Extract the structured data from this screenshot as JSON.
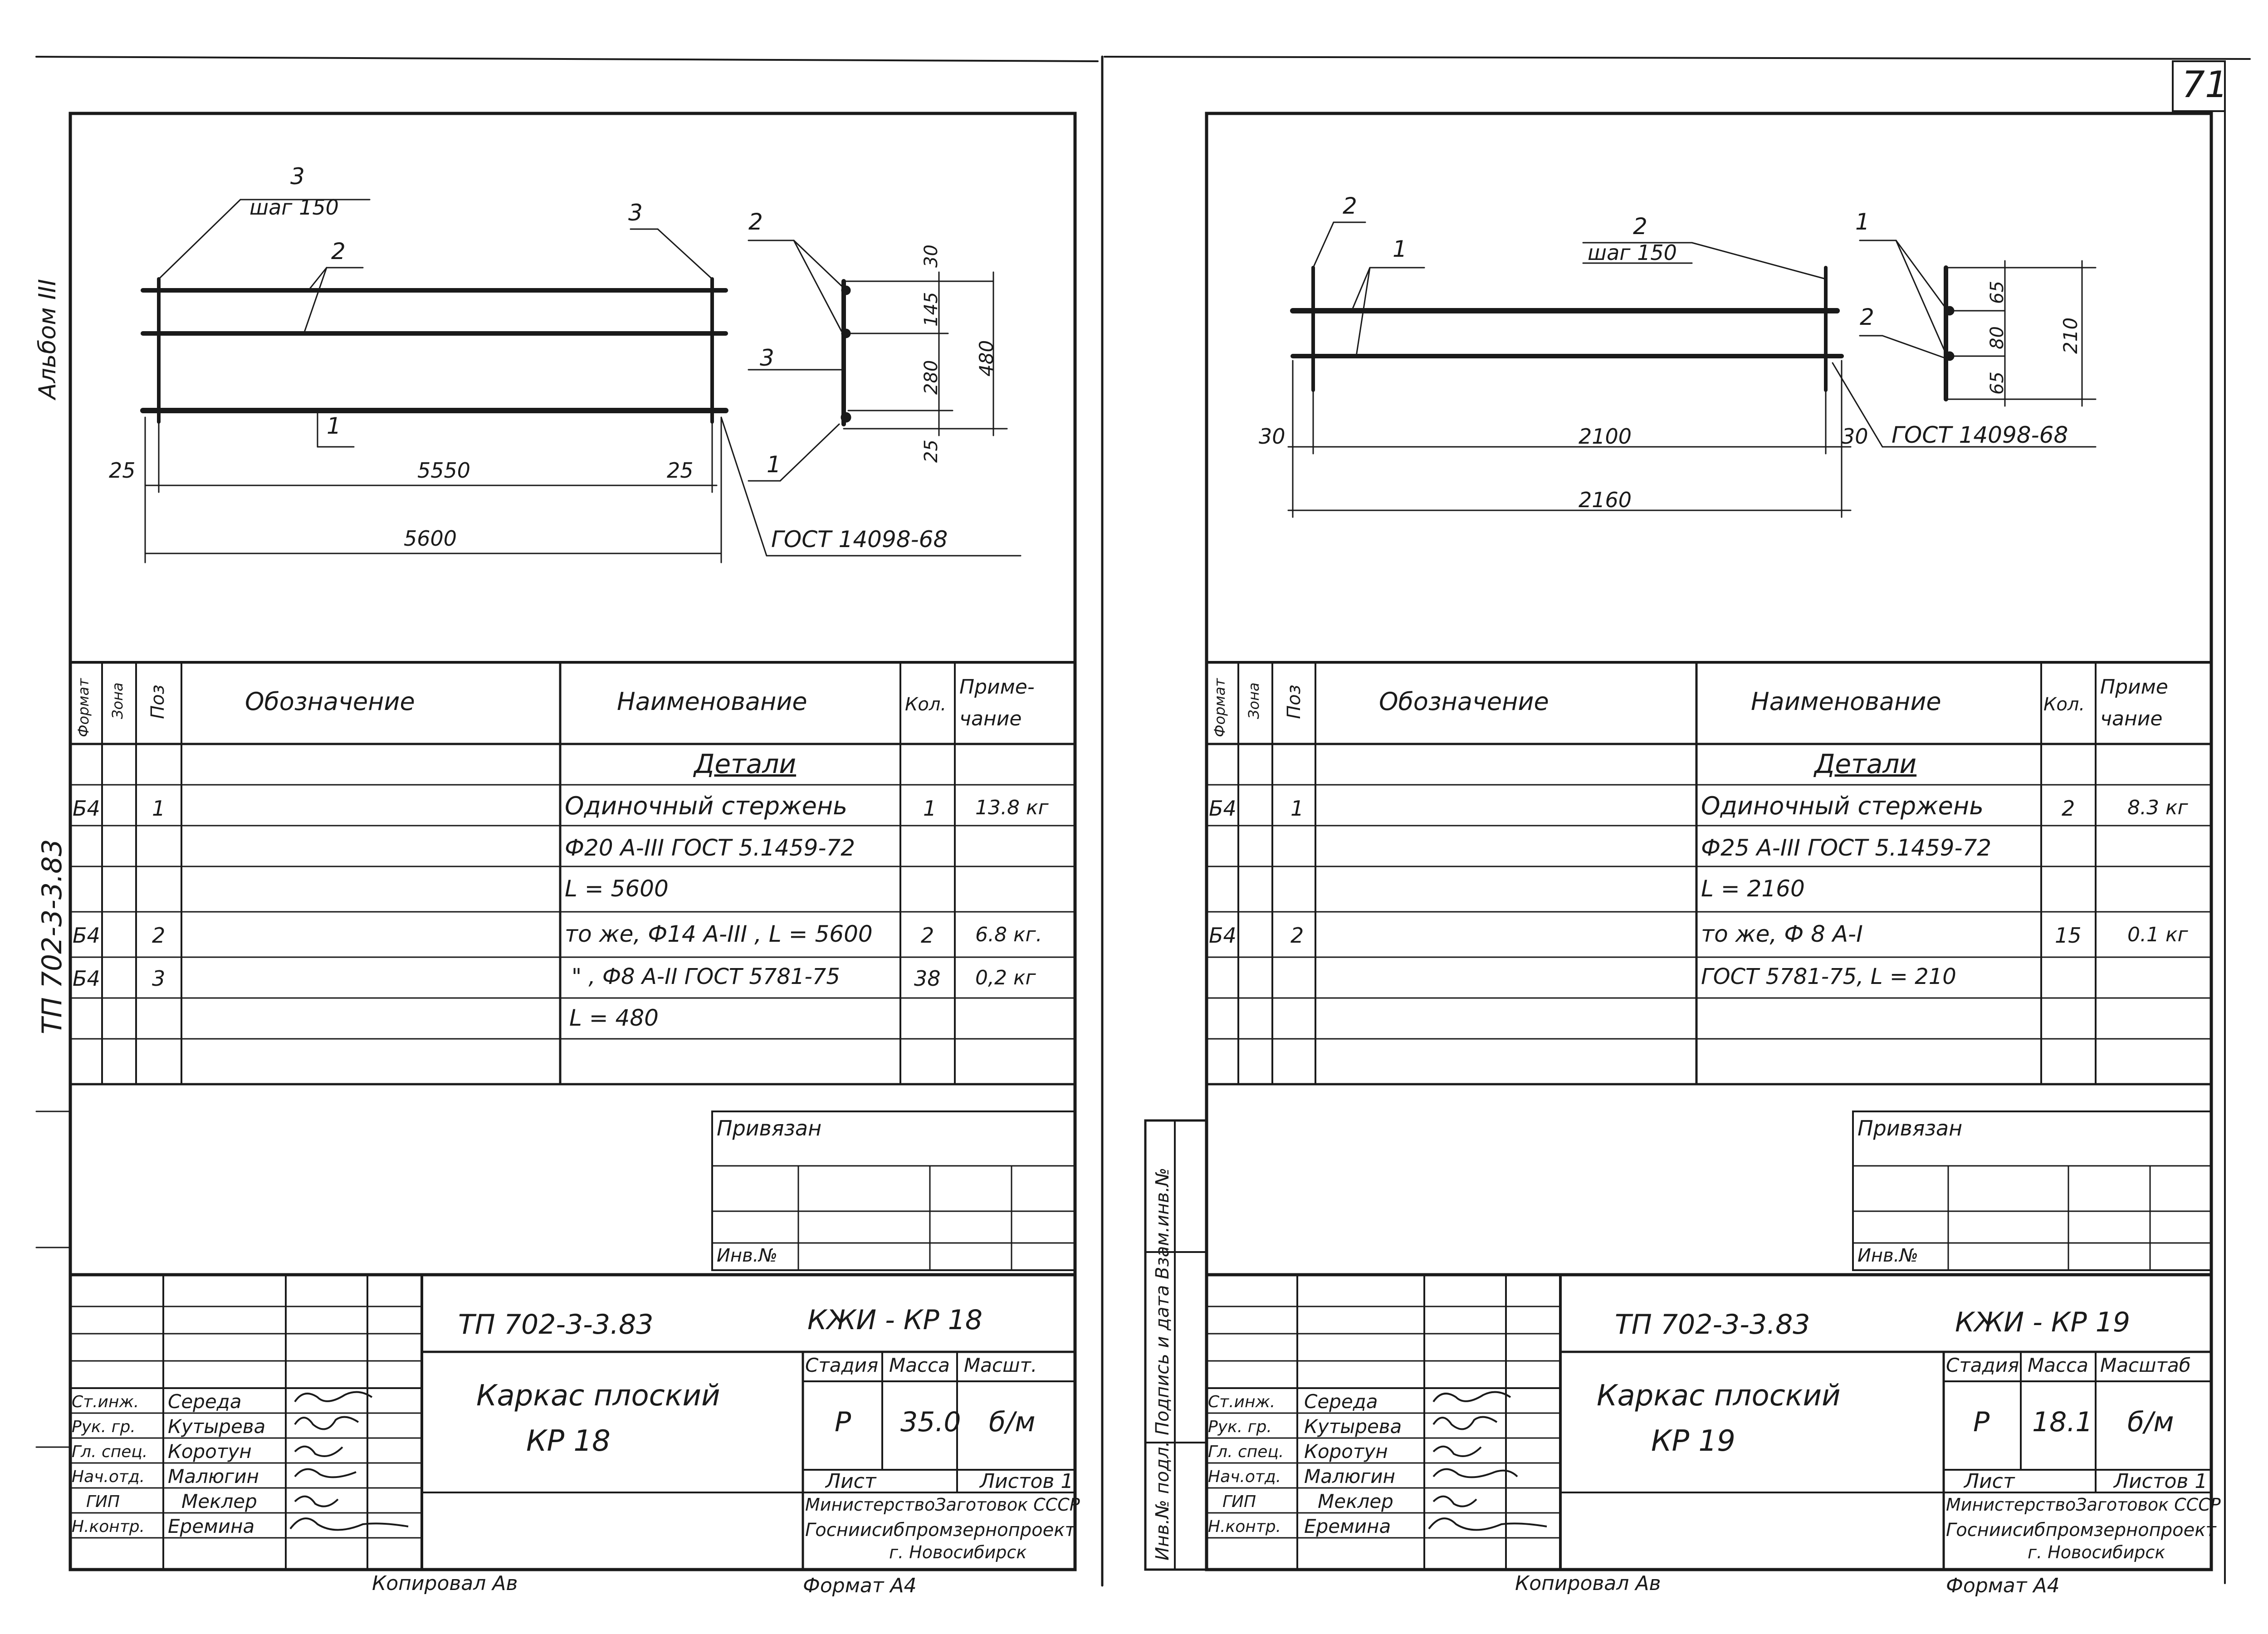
{
  "page_number": "71",
  "album_label": "Альбом III",
  "project_label": "ТП 702-3-3.83",
  "copied_by": "Копировал",
  "copied_sig": "Ав",
  "format_label": "Формат А4",
  "side_stamp": "Инв.№ подл.   Подпись и дата   Взам.инв.№",
  "sheets": [
    {
      "drawing": {
        "marks": {
          "p3_top": "3",
          "step": "шаг 150",
          "p3_right": "3",
          "p2": "2",
          "p1": "1",
          "d25_left": "25",
          "d5550": "5550",
          "d25_right": "25",
          "d5600": "5600",
          "gost": "ГОСТ 14098-68",
          "s_p2": "2",
          "s_p3": "3",
          "s_p1": "1",
          "s30": "30",
          "s145": "145",
          "s280": "280",
          "s25": "25",
          "s480": "480"
        }
      },
      "table": {
        "headers": {
          "format": "Формат",
          "zone": "Зона",
          "pos": "Поз",
          "designation": "Обозначение",
          "name": "Наименование",
          "qty": "Кол.",
          "note": "Приме- чание"
        },
        "section": "Детали",
        "rows": [
          {
            "fmt": "Б4",
            "pos": "1",
            "name": "Одиночный стержень",
            "qty": "1",
            "note": "13.8 кг"
          },
          {
            "fmt": "",
            "pos": "",
            "name": "Ф20 А-III ГОСТ 5.1459-72",
            "qty": "",
            "note": ""
          },
          {
            "fmt": "",
            "pos": "",
            "name": "L = 5600",
            "qty": "",
            "note": ""
          },
          {
            "fmt": "Б4",
            "pos": "2",
            "name": "то же, Ф14 А-III , L = 5600",
            "qty": "2",
            "note": "6.8 кг."
          },
          {
            "fmt": "Б4",
            "pos": "3",
            "name": "\"   , Ф8 А-II ГОСТ 5781-75",
            "qty": "38",
            "note": "0,2 кг"
          },
          {
            "fmt": "",
            "pos": "",
            "name": "L = 480",
            "qty": "",
            "note": ""
          }
        ]
      },
      "privyazan": "Привязан",
      "inv_no": "Инв.№",
      "title": {
        "project": "ТП  702-3-3.83",
        "code": "КЖИ - КР 18",
        "item_line1": "Каркас плоский",
        "item_line2": "КР 18",
        "col_stage": "Стадия",
        "col_mass": "Масса",
        "col_scale": "Масшт.",
        "stage": "Р",
        "mass": "35.0",
        "scale": "б/м",
        "sheet_label": "Лист",
        "sheets_label": "Листов 1",
        "org1": "МинистерствоЗаготовок СССР",
        "org2": "Госниисибпромзернопроект",
        "org3": "г. Новосибирск"
      },
      "signers": [
        {
          "role": "Ст.инж.",
          "name": "Середа",
          "sig": "Серед"
        },
        {
          "role": "Рук. гр.",
          "name": "Кутырева",
          "sig": "Кут"
        },
        {
          "role": "Гл. спец.",
          "name": "Коротун",
          "sig": "Кор"
        },
        {
          "role": "Нач.отд.",
          "name": "Малюгин",
          "sig": "Мал"
        },
        {
          "role": "ГИП",
          "name": "Меклер",
          "sig": "Мек"
        },
        {
          "role": "Н.контр.",
          "name": "Еремина",
          "sig": "Ерем"
        }
      ]
    },
    {
      "drawing": {
        "marks": {
          "p2_top": "2",
          "p1": "1",
          "p2_mid": "2",
          "step": "шаг 150",
          "d30_left": "30",
          "d2100": "2100",
          "d30_right": "30",
          "d2160": "2160",
          "gost": "ГОСТ 14098-68",
          "s_p1": "1",
          "s_p2": "2",
          "s65a": "65",
          "s80": "80",
          "s65b": "65",
          "s210": "210"
        }
      },
      "table": {
        "headers": {
          "format": "Формат",
          "zone": "Зона",
          "pos": "Поз",
          "designation": "Обозначение",
          "name": "Наименование",
          "qty": "Кол.",
          "note": "Приме чание"
        },
        "section": "Детали",
        "rows": [
          {
            "fmt": "Б4",
            "pos": "1",
            "name": "Одиночный стержень",
            "qty": "2",
            "note": "8.3 кг"
          },
          {
            "fmt": "",
            "pos": "",
            "name": "Ф25 А-III ГОСТ 5.1459-72",
            "qty": "",
            "note": ""
          },
          {
            "fmt": "",
            "pos": "",
            "name": "L = 2160",
            "qty": "",
            "note": ""
          },
          {
            "fmt": "Б4",
            "pos": "2",
            "name": "то же, Ф 8 А-I",
            "qty": "15",
            "note": "0.1 кг"
          },
          {
            "fmt": "",
            "pos": "",
            "name": "ГОСТ 5781-75,  L = 210",
            "qty": "",
            "note": ""
          },
          {
            "fmt": "",
            "pos": "",
            "name": "",
            "qty": "",
            "note": ""
          }
        ]
      },
      "privyazan": "Привязан",
      "inv_no": "Инв.№",
      "title": {
        "project": "ТП  702-3-3.83",
        "code": "КЖИ - КР 19",
        "item_line1": "Каркас плоский",
        "item_line2": "КР 19",
        "col_stage": "Стадия",
        "col_mass": "Масса",
        "col_scale": "Масштаб",
        "stage": "Р",
        "mass": "18.1",
        "scale": "б/м",
        "sheet_label": "Лист",
        "sheets_label": "Листов 1",
        "org1": "МинистерствоЗаготовок СССР",
        "org2": "Госниисибпромзернопроект",
        "org3": "г. Новосибирск"
      },
      "signers": [
        {
          "role": "Ст.инж.",
          "name": "Середа",
          "sig": "Серед"
        },
        {
          "role": "Рук. гр.",
          "name": "Кутырева",
          "sig": "Кут"
        },
        {
          "role": "Гл. спец.",
          "name": "Коротун",
          "sig": "Кор"
        },
        {
          "role": "Нач.отд.",
          "name": "Малюгин",
          "sig": "Мал"
        },
        {
          "role": "ГИП",
          "name": "Меклер",
          "sig": "Мек"
        },
        {
          "role": "Н.контр.",
          "name": "Еремина",
          "sig": "Ерем"
        }
      ]
    }
  ]
}
